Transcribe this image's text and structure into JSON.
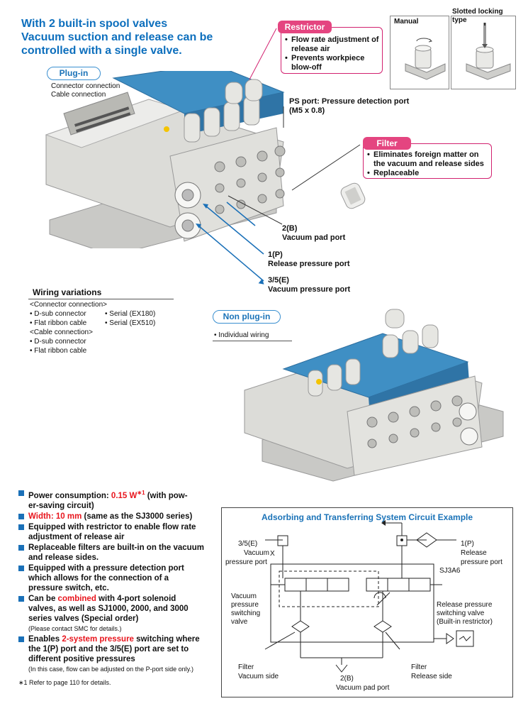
{
  "headline": {
    "line1": "With 2 built-in spool valves",
    "line2": "Vacuum suction and release can be",
    "line3": "controlled with a single valve."
  },
  "plugin": {
    "label": "Plug-in",
    "sub1": "Connector connection",
    "sub2": "Cable connection"
  },
  "restrictor": {
    "title": "Restrictor",
    "items": [
      "Flow rate adjustment of release air",
      "Prevents workpiece blow-off"
    ],
    "manual": "Manual",
    "slotted": "Slotted locking type"
  },
  "ps_port": {
    "line1": "PS port: Pressure detection port",
    "line2": "(M5 x 0.8)"
  },
  "filter": {
    "title": "Filter",
    "items": [
      "Eliminates foreign matter on the vacuum and release sides",
      "Replaceable"
    ]
  },
  "ports": {
    "p2b_1": "2(B)",
    "p2b_2": "Vacuum pad port",
    "p1p_1": "1(P)",
    "p1p_2": "Release pressure port",
    "p35_1": "3/5(E)",
    "p35_2": "Vacuum pressure port"
  },
  "wiring": {
    "title": "Wiring variations",
    "connector_head": "<Connector connection>",
    "dsub": "D-sub connector",
    "flat": "Flat ribbon cable",
    "serial1": "Serial (EX180)",
    "serial2": "Serial (EX510)",
    "cable_head": "<Cable connection>",
    "dsub2": "D-sub connector",
    "flat2": "Flat ribbon cable"
  },
  "nonplugin": {
    "label": "Non plug-in",
    "item": "Individual wiring"
  },
  "features": {
    "f1a": "Power consumption: ",
    "f1red": "0.15 W",
    "f1sup": "∗1",
    "f1b": " (with pow-",
    "f1c": "er-saving circuit)",
    "f2red": "Width: 10 mm",
    "f2b": " (same as the SJ3000 series)",
    "f3a": "Equipped with restrictor to enable flow rate",
    "f3b": "adjustment of release air",
    "f4a": "Replaceable filters are built-in on the vacuum",
    "f4b": "and release sides.",
    "f5a": "Equipped with a pressure detection port",
    "f5b": "which allows for the connection of a",
    "f5c": "pressure switch, etc.",
    "f6a": "Can be ",
    "f6red": "combined",
    "f6b": " with 4-port solenoid",
    "f6c": "valves, as well as SJ1000, 2000, and 3000",
    "f6d": "series valves (Special order)",
    "f6note": "(Please contact SMC for details.)",
    "f7a": "Enables ",
    "f7red": "2-system pressure",
    "f7b": " switching where",
    "f7c": "the 1(P) port and the 3/5(E) port are set to",
    "f7d": "different positive pressures",
    "f7note": "(In this case, flow can be adjusted on the P-port side only.)",
    "footnote": "∗1  Refer to page 110 for details."
  },
  "circuit": {
    "title": "Adsorbing and Transferring System Circuit Example",
    "e_1": "3/5(E)",
    "e_2": "Vacuum",
    "e_3": "pressure port",
    "x": "X",
    "p_1": "1(P)",
    "p_2": "Release",
    "p_3": "pressure port",
    "model": "SJ3A6",
    "vac_1": "Vacuum",
    "vac_2": "pressure",
    "vac_3": "switching",
    "vac_4": "valve",
    "rel_1": "Release pressure",
    "rel_2": "switching valve",
    "rel_3": "(Built-in restrictor)",
    "fl_1": "Filter",
    "fl_2": "Vacuum side",
    "fr_1": "Filter",
    "fr_2": "Release side",
    "pad_1": "2(B)",
    "pad_2": "Vacuum pad port"
  },
  "colors": {
    "accent": "#0d6fbd",
    "pink": "#e44580",
    "red": "#e8151d",
    "valve_blue": "#3f8fc4",
    "body_grey": "#d6d6d2"
  }
}
